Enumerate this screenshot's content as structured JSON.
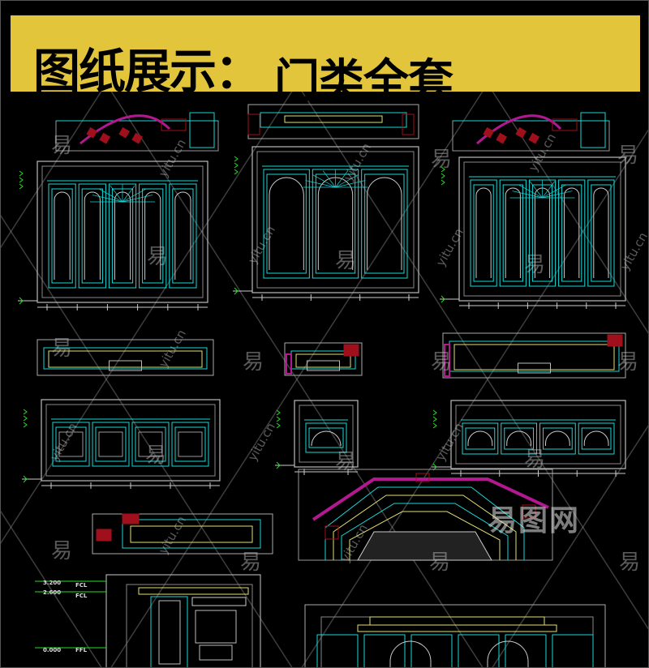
{
  "banner": {
    "title": "图纸展示：",
    "subtitle": "门类全套"
  },
  "watermark": {
    "char": "易",
    "site": "yitu.cn",
    "logo": "易图网"
  },
  "levels": [
    {
      "value": "3.200",
      "tag": "FCL"
    },
    {
      "value": "2.600",
      "tag": "FCL"
    },
    {
      "value": "0.000",
      "tag": "FFL"
    }
  ],
  "colors": {
    "banner": "#e2c53a",
    "cad_cyan": "#19d8d8",
    "cad_magenta": "#b2188f",
    "cad_red": "#a0101c",
    "cad_yellow": "#e0e070",
    "cad_green": "#22e022"
  }
}
